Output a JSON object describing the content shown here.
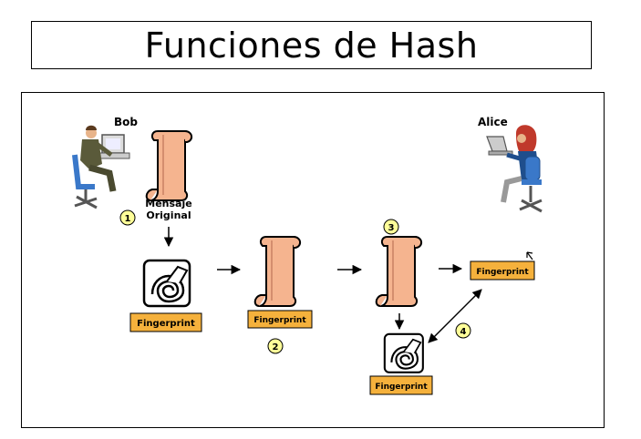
{
  "title": "Funciones de Hash",
  "actors": {
    "sender": "Bob",
    "receiver": "Alice"
  },
  "message_label_line1": "Mensaje",
  "message_label_line2": "Original",
  "fingerprint_label": "Fingerprint",
  "steps": [
    "1",
    "2",
    "3",
    "4"
  ],
  "colors": {
    "scroll_fill": "#f5b48f",
    "fingerprint_box": "#f5b13c",
    "step_circle": "#ffff99",
    "bob_suit": "#5a5a3a",
    "alice_hair": "#c0392b",
    "alice_shirt": "#1f4e8c",
    "chair": "#3a78c9"
  }
}
